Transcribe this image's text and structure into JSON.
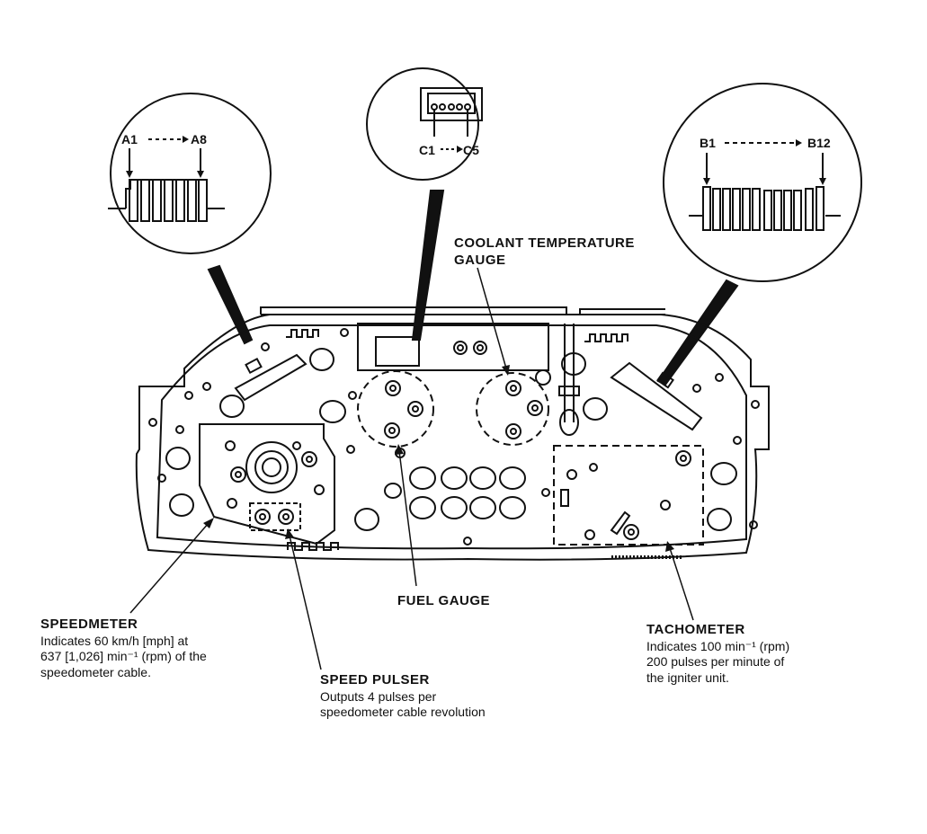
{
  "connectors": {
    "a": {
      "start": "A1",
      "end": "A8"
    },
    "c": {
      "start": "C1",
      "end": "C5"
    },
    "b": {
      "start": "B1",
      "end": "B12"
    }
  },
  "labels": {
    "coolant": {
      "line1": "COOLANT TEMPERATURE",
      "line2": "GAUGE"
    },
    "fuel": {
      "title": "FUEL GAUGE"
    },
    "speedometer": {
      "title": "SPEEDMETER",
      "desc1": "Indicates 60 km/h [mph] at",
      "desc2": "637 [1,026] min⁻¹ (rpm) of the",
      "desc3": "speedometer cable."
    },
    "pulser": {
      "title": "SPEED PULSER",
      "desc1": "Outputs 4 pulses per",
      "desc2": "speedometer cable revolution"
    },
    "tach": {
      "title": "TACHOMETER",
      "desc1": "Indicates 100 min⁻¹ (rpm)",
      "desc2": "200 pulses per minute of",
      "desc3": "the igniter unit."
    }
  },
  "colors": {
    "ink": "#111111",
    "paper": "#ffffff"
  }
}
